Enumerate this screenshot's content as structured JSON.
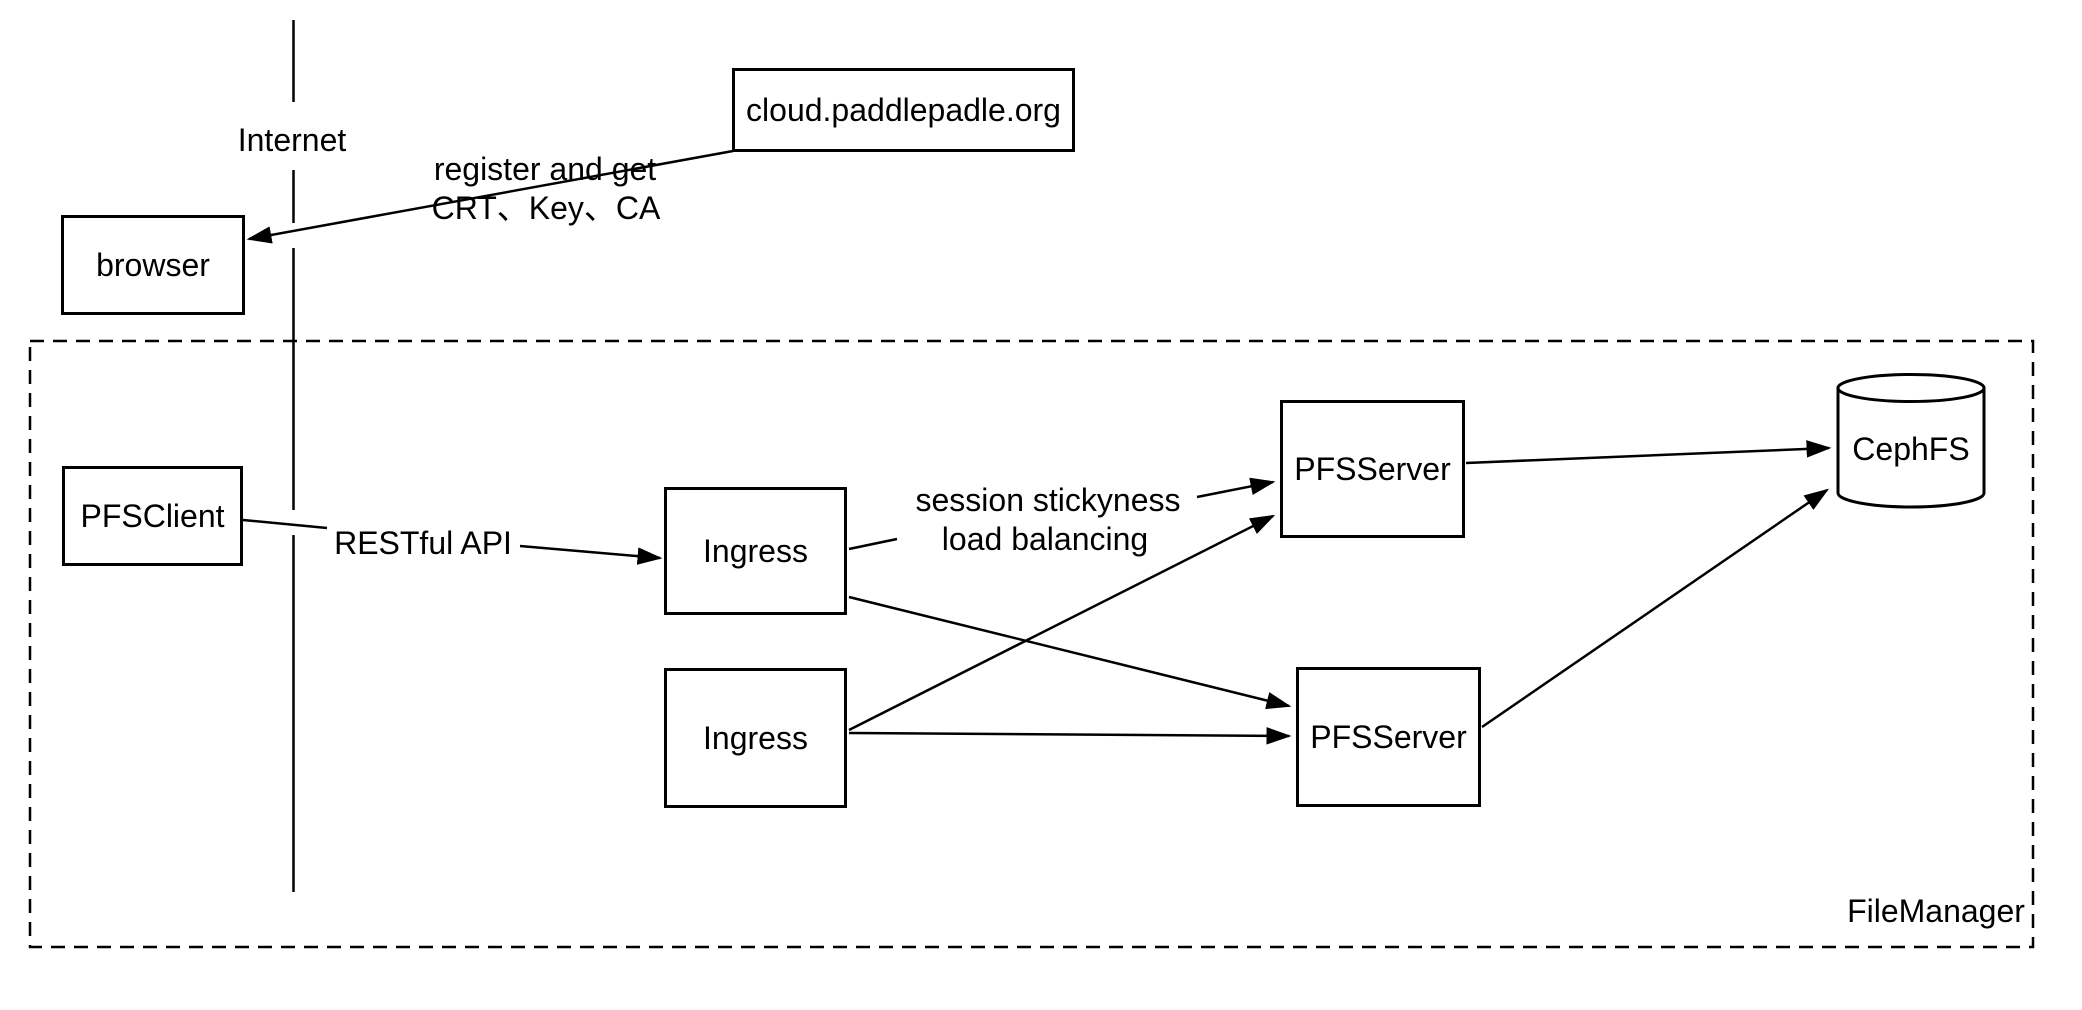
{
  "diagram": {
    "colors": {
      "line": "#000000",
      "background": "#ffffff"
    },
    "nodes": {
      "cloud": "cloud.paddlepadle.org",
      "browser": "browser",
      "pfs_client": "PFSClient",
      "ingress_top": "Ingress",
      "ingress_bottom": "Ingress",
      "pfs_server_top": "PFSServer",
      "pfs_server_bottom": "PFSServer",
      "cephfs": "CephFS"
    },
    "labels": {
      "internet": "Internet",
      "register_line1": "register and get",
      "register_line2": "CRT、Key、CA",
      "restful_api": "RESTful API",
      "stickyness_line1": "session stickyness",
      "stickyness_line2": "load balancing",
      "file_manager": "FileManager"
    },
    "edges": [
      {
        "from": "cloud.paddlepadle.org",
        "to": "browser",
        "label": "register and get CRT、Key、CA",
        "arrow": true
      },
      {
        "from": "PFSClient",
        "to": "Ingress (top)",
        "label": "RESTful API",
        "arrow": true
      },
      {
        "from": "Ingress (top)",
        "to": "PFSServer (top)",
        "label": "session stickyness load balancing",
        "arrow": true
      },
      {
        "from": "Ingress (top)",
        "to": "PFSServer (bottom)",
        "label": "",
        "arrow": true
      },
      {
        "from": "Ingress (bottom)",
        "to": "PFSServer (top)",
        "label": "",
        "arrow": true
      },
      {
        "from": "Ingress (bottom)",
        "to": "PFSServer (bottom)",
        "label": "",
        "arrow": true
      },
      {
        "from": "PFSServer (top)",
        "to": "CephFS",
        "label": "",
        "arrow": true
      },
      {
        "from": "PFSServer (bottom)",
        "to": "CephFS",
        "label": "",
        "arrow": true
      }
    ]
  }
}
